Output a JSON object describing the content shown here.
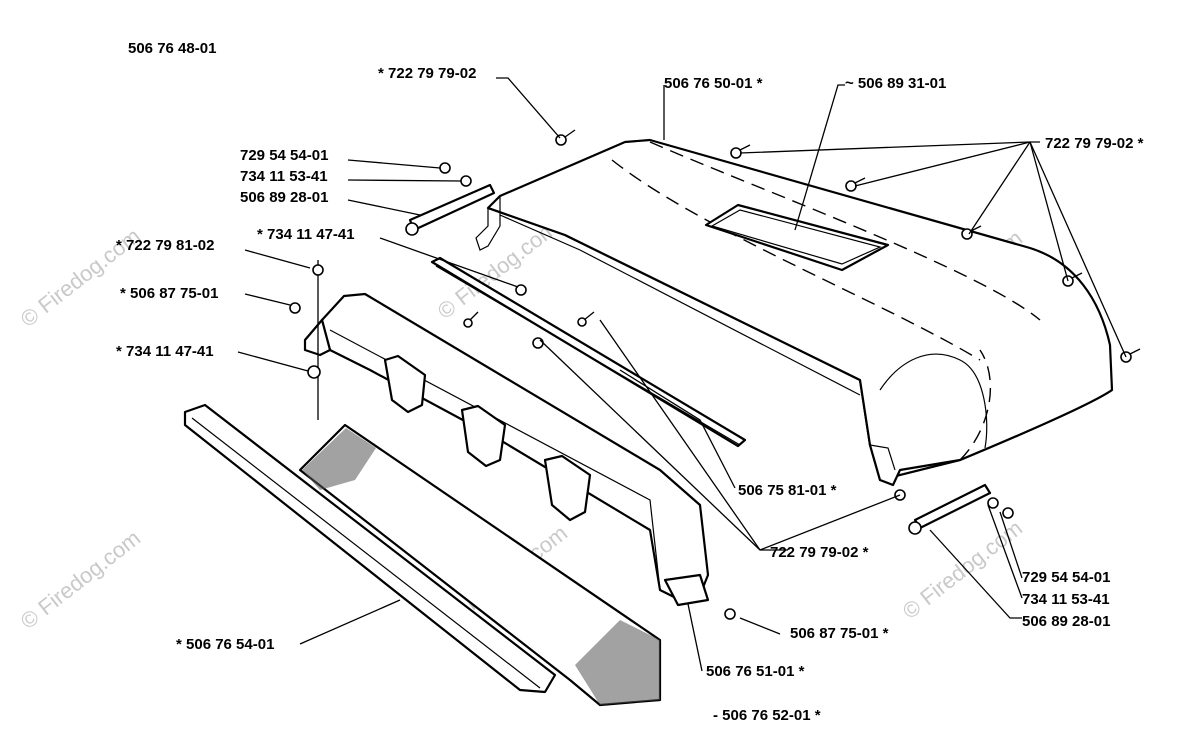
{
  "diagram": {
    "assembly_number": "506 76 48-01",
    "watermark_text": "© Firedog.com",
    "callouts": [
      {
        "id": "c1",
        "part": "* 722 79 79-02"
      },
      {
        "id": "c2",
        "part": "506 76 50-01 *"
      },
      {
        "id": "c3",
        "part": "~ 506 89 31-01"
      },
      {
        "id": "c4",
        "part": "722 79 79-02 *"
      },
      {
        "id": "c5",
        "part": "729 54 54-01"
      },
      {
        "id": "c6",
        "part": "734 11 53-41"
      },
      {
        "id": "c7",
        "part": "506 89 28-01"
      },
      {
        "id": "c8",
        "part": "* 734 11 47-41"
      },
      {
        "id": "c9",
        "part": "* 722 79 81-02"
      },
      {
        "id": "c10",
        "part": "* 506 87 75-01"
      },
      {
        "id": "c11",
        "part": "* 734 11 47-41"
      },
      {
        "id": "c12",
        "part": "506 75 81-01 *"
      },
      {
        "id": "c13",
        "part": "722 79 79-02 *"
      },
      {
        "id": "c14",
        "part": "729 54 54-01"
      },
      {
        "id": "c15",
        "part": "734 11 53-41"
      },
      {
        "id": "c16",
        "part": "506 89 28-01"
      },
      {
        "id": "c17",
        "part": "506 87 75-01 *"
      },
      {
        "id": "c18",
        "part": "* 506 76 54-01"
      },
      {
        "id": "c19",
        "part": "506 76 51-01 *"
      },
      {
        "id": "c20",
        "part": "- 506 76 52-01 *"
      }
    ]
  },
  "colors": {
    "line": "#000000",
    "background": "#ffffff",
    "watermark": "#c9c9c9"
  }
}
